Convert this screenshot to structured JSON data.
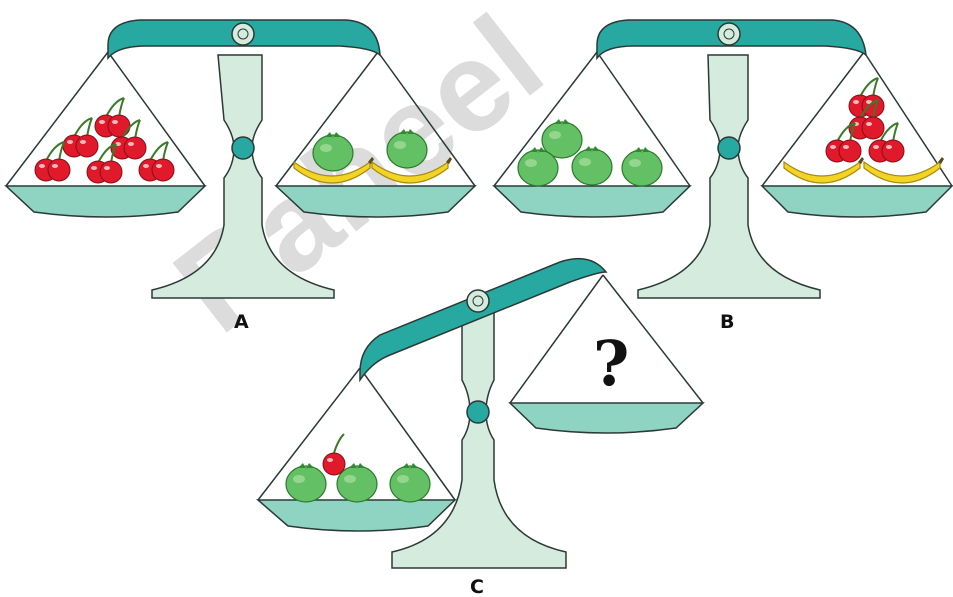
{
  "scales": [
    {
      "label": "A",
      "left_pan": [
        "cherries",
        "cherries",
        "cherries",
        "cherries",
        "cherries",
        "cherries"
      ],
      "right_pan": [
        "apple",
        "apple",
        "banana",
        "banana"
      ]
    },
    {
      "label": "B",
      "left_pan": [
        "apple",
        "apple",
        "apple",
        "apple"
      ],
      "right_pan": [
        "cherries",
        "cherries",
        "cherries",
        "cherries",
        "banana",
        "banana"
      ]
    },
    {
      "label": "C",
      "left_pan": [
        "apple",
        "apple",
        "apple",
        "cherry"
      ],
      "right_pan": [
        "?"
      ]
    }
  ],
  "unknown_mark": "?",
  "watermark": "Raheel",
  "colors": {
    "beam": "#27a9a1",
    "pan": "#8fd3c2",
    "stand": "#d5ebdd",
    "outline": "#2b3a37",
    "cherry": "#e0192b",
    "apple": "#64c064",
    "banana": "#f2d424"
  },
  "icons": [
    "balance-scale",
    "cherry-icon",
    "apple-icon",
    "banana-icon",
    "question-mark"
  ]
}
